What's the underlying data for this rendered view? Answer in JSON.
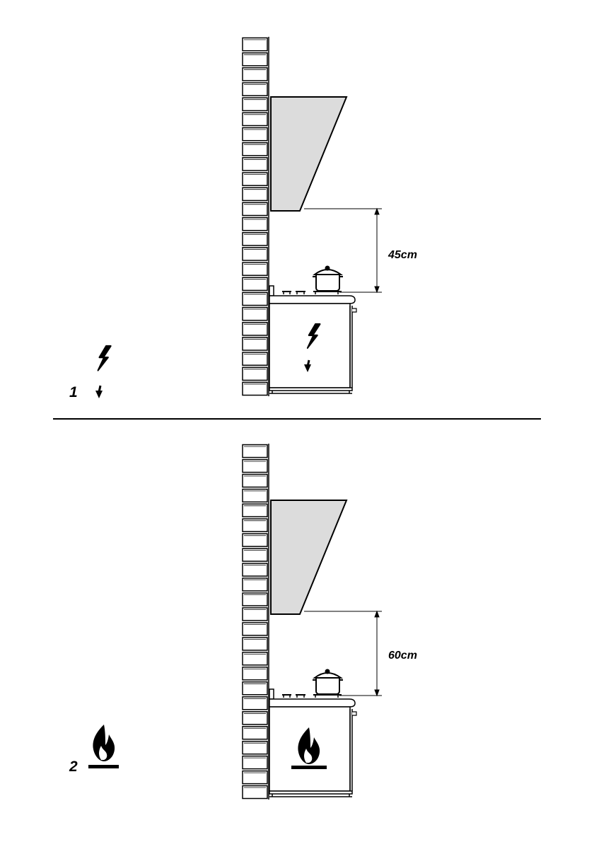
{
  "panels": [
    {
      "id": "electric",
      "number_label": "1",
      "clearance_label": "45cm",
      "type_icon": "lightning-bolt-icon"
    },
    {
      "id": "gas",
      "number_label": "2",
      "clearance_label": "60cm",
      "type_icon": "gas-flame-icon"
    }
  ],
  "colors": {
    "hood_fill": "#dcdcdc",
    "stroke": "#000000",
    "background": "#ffffff"
  }
}
